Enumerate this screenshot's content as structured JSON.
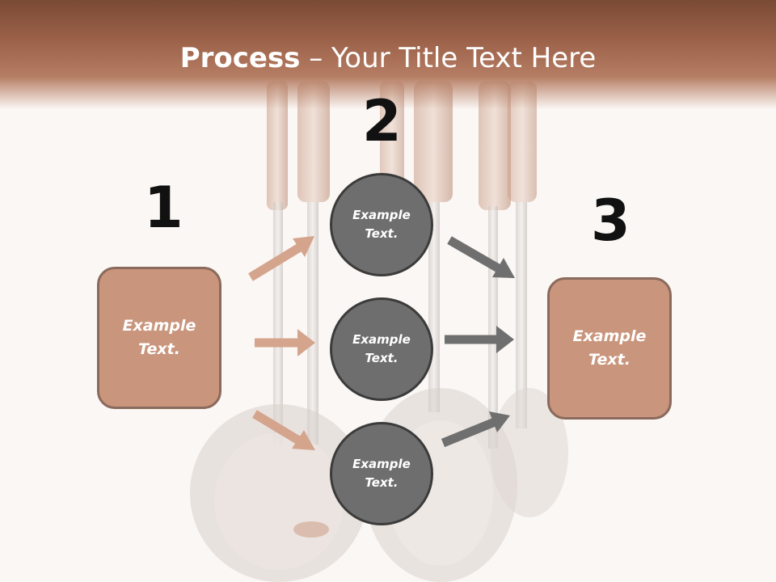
{
  "title": {
    "bold": "Process",
    "rest": " – Your Title Text Here"
  },
  "steps": {
    "one": "1",
    "two": "2",
    "three": "3"
  },
  "left_box": {
    "label": "Example\nText."
  },
  "right_box": {
    "label": "Example\nText."
  },
  "circles": [
    {
      "label": "Example\nText."
    },
    {
      "label": "Example\nText."
    },
    {
      "label": "Example\nText."
    }
  ],
  "colors": {
    "title_band": "#9a6048",
    "box_fill": "#c9957c",
    "box_border": "#8a6a5c",
    "circle_fill": "#6e6e6e",
    "arrow_left": "#d4a48d",
    "arrow_right": "#6f6f6f"
  },
  "background_image": "kitchen-utensils-photo"
}
